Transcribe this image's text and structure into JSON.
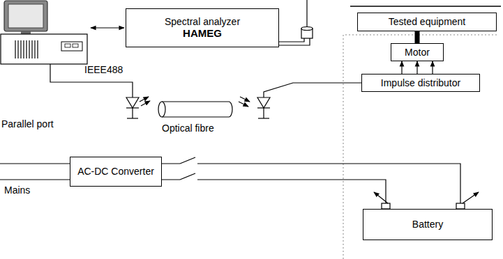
{
  "diagram": {
    "nodes": [
      {
        "text": [
          "Spectral analyzer",
          "HAMEG"
        ]
      },
      {
        "text": [
          "Tested equipment"
        ]
      },
      {
        "text": [
          "Motor"
        ]
      },
      {
        "text": [
          "Impulse distributor"
        ]
      },
      {
        "text": [
          "AC-DC Converter"
        ]
      },
      {
        "text": [
          "Battery"
        ]
      }
    ],
    "edges": [
      {
        "from": 2,
        "to": 1,
        "arrow": "none"
      },
      {
        "from": 3,
        "to": 2,
        "arrow": "to"
      },
      {
        "from": 3,
        "to": 2,
        "arrow": "to"
      },
      {
        "from": 3,
        "to": 2,
        "arrow": "to"
      },
      {
        "from": 4,
        "to": 5,
        "arrow": "none"
      },
      {
        "from": 4,
        "to": 5,
        "arrow": "none"
      }
    ],
    "labels": [
      "IEEE488",
      "Parallel port",
      "Optical fibre",
      "Mains"
    ]
  }
}
